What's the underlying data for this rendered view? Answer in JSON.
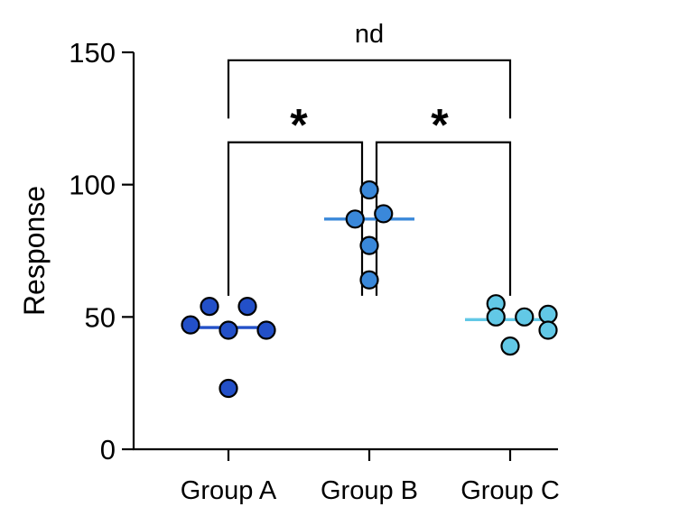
{
  "chart_data": {
    "type": "scatter",
    "title": "",
    "xlabel": "",
    "ylabel": "Response",
    "ylim": [
      0,
      150
    ],
    "yticks": [
      0,
      50,
      100,
      150
    ],
    "categories": [
      "Group A",
      "Group B",
      "Group C"
    ],
    "series": [
      {
        "category": "Group A",
        "color": "#2350C8",
        "median": 46,
        "points": [
          {
            "offset": -1,
            "y": 54
          },
          {
            "offset": 1,
            "y": 54
          },
          {
            "offset": -2,
            "y": 47
          },
          {
            "offset": 0,
            "y": 45
          },
          {
            "offset": 2,
            "y": 45
          },
          {
            "offset": 0,
            "y": 23
          }
        ]
      },
      {
        "category": "Group B",
        "color": "#3A88DA",
        "median": 87,
        "points": [
          {
            "offset": 0,
            "y": 98
          },
          {
            "offset": -0.75,
            "y": 87
          },
          {
            "offset": 0.75,
            "y": 89
          },
          {
            "offset": 0,
            "y": 77
          },
          {
            "offset": 0,
            "y": 64
          }
        ]
      },
      {
        "category": "Group C",
        "color": "#62C8E6",
        "median": 49,
        "points": [
          {
            "offset": -0.75,
            "y": 55
          },
          {
            "offset": -0.75,
            "y": 50
          },
          {
            "offset": 0.75,
            "y": 50
          },
          {
            "offset": 2,
            "y": 51
          },
          {
            "offset": 2,
            "y": 45
          },
          {
            "offset": 0,
            "y": 39
          }
        ]
      }
    ],
    "comparisons": [
      {
        "from": "Group A",
        "to": "Group B",
        "label": "*",
        "top": 116,
        "foot": 58
      },
      {
        "from": "Group B",
        "to": "Group C",
        "label": "*",
        "top": 116,
        "foot": 58
      },
      {
        "from": "Group A",
        "to": "Group C",
        "label": "nd",
        "top": 147,
        "foot": 125
      }
    ]
  }
}
